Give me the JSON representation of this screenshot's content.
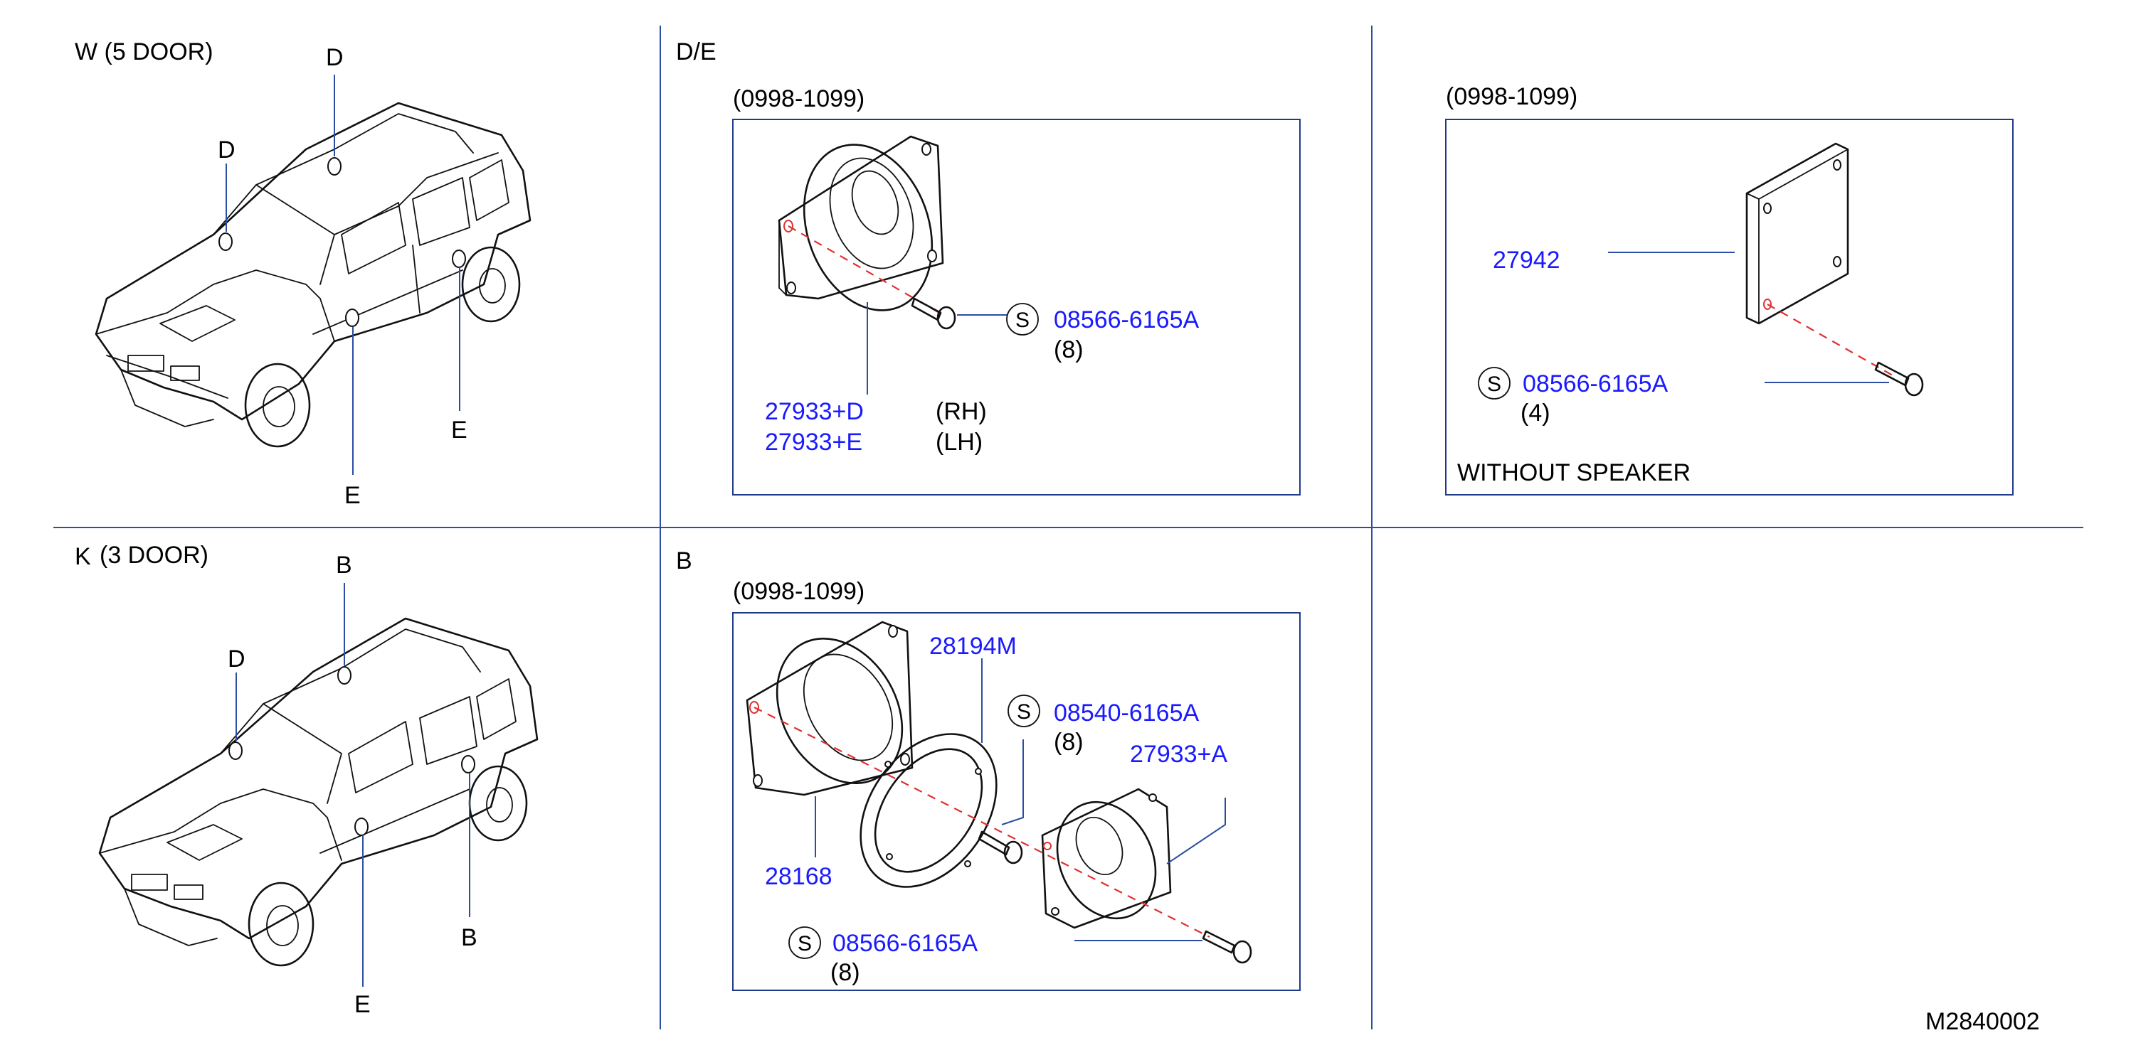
{
  "panels": {
    "w5door": {
      "title": "W   (5   DOOR)",
      "callouts": {
        "d_roof": "D",
        "d_windshield": "D",
        "e_front_door": "E",
        "e_rear_door": "E"
      }
    },
    "k3door": {
      "title_k": "K",
      "title_door": "(3   DOOR)",
      "callouts": {
        "b_roof": "B",
        "d_windshield": "D",
        "e_door": "E",
        "b_quarter": "B"
      }
    },
    "de": {
      "title": "D/E",
      "period": "(0998-1099)",
      "screw_symbol": "S",
      "screw_part": "08566-6165A",
      "screw_qty": "(8)",
      "part_rh": "27933+D",
      "part_lh": "27933+E",
      "rh": "(RH)",
      "lh": "(LH)"
    },
    "without_speaker": {
      "period": "(0998-1099)",
      "cover_part": "27942",
      "screw_symbol": "S",
      "screw_part": "08566-6165A",
      "screw_qty": "(4)",
      "note": "WITHOUT   SPEAKER"
    },
    "b": {
      "title": "B",
      "period": "(0998-1099)",
      "gasket_part": "28194M",
      "screw1_symbol": "S",
      "screw1_part": "08540-6165A",
      "screw1_qty": "(8)",
      "speaker_part": "27933+A",
      "bracket_part": "28168",
      "screw2_symbol": "S",
      "screw2_part": "08566-6165A",
      "screw2_qty": "(8)"
    }
  },
  "drawing_code": "M2840002",
  "colors": {
    "part_number": "#1a1aff",
    "frame": "#1e3a8a",
    "centerline": "#e03030"
  }
}
